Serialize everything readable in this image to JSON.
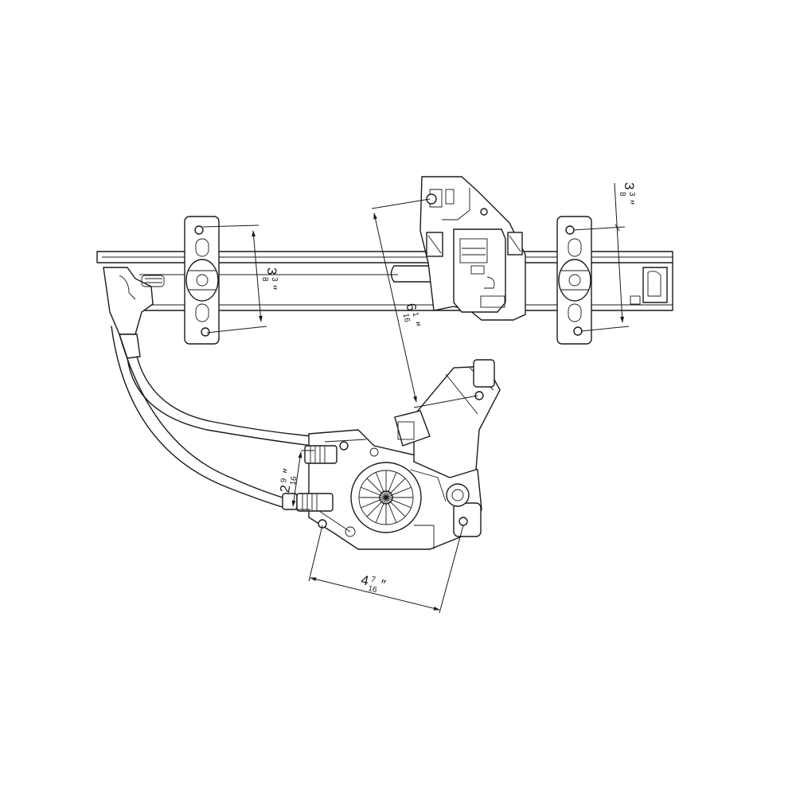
{
  "dimensions": {
    "bracket_left_spacing": {
      "whole": "3",
      "num": "3",
      "den": "8",
      "unit": "″"
    },
    "bracket_right_spacing": {
      "whole": "3",
      "num": "3",
      "den": "8",
      "unit": "″"
    },
    "center_to_motor": {
      "whole": "6",
      "num": "1",
      "den": "16",
      "unit": "″"
    },
    "regulator_height": {
      "whole": "2",
      "num": "9",
      "den": "16",
      "unit": "″"
    },
    "regulator_width": {
      "whole": "4",
      "num": "7",
      "den": "16",
      "unit": "″"
    }
  }
}
